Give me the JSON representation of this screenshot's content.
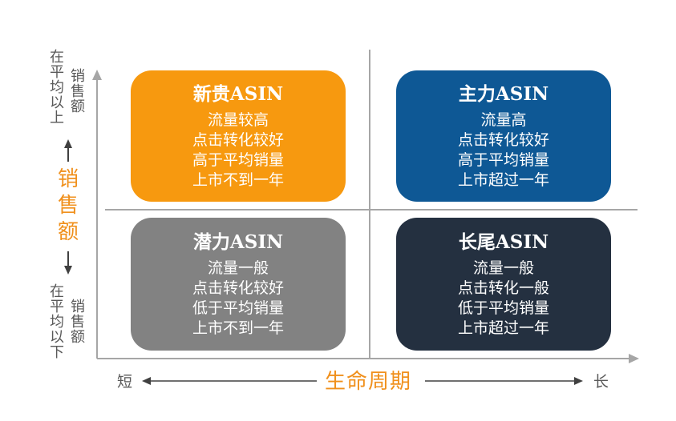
{
  "y_axis": {
    "label": [
      "销",
      "售",
      "额"
    ],
    "top_note_col1": [
      "在",
      "平",
      "均",
      "以",
      "上"
    ],
    "top_note_col2": [
      "销",
      "售",
      "额"
    ],
    "bottom_note_col1": [
      "在",
      "平",
      "均",
      "以",
      "下"
    ],
    "bottom_note_col2": [
      "销",
      "售",
      "额"
    ]
  },
  "x_axis": {
    "label": "生命周期",
    "left_end": "短",
    "right_end": "长"
  },
  "quadrants": {
    "new": {
      "title": "新贵ASIN",
      "lines": [
        "流量较高",
        "点击转化较好",
        "高于平均销量",
        "上市不到一年"
      ],
      "color": "#f7990f"
    },
    "main": {
      "title": "主力ASIN",
      "lines": [
        "流量高",
        "点击转化较好",
        "高于平均销量",
        "上市超过一年"
      ],
      "color": "#0e5895"
    },
    "potential": {
      "title": "潜力ASIN",
      "lines": [
        "流量一般",
        "点击转化较好",
        "低于平均销量",
        "上市不到一年"
      ],
      "color": "#828282"
    },
    "longtail": {
      "title": "长尾ASIN",
      "lines": [
        "流量一般",
        "点击转化一般",
        "低于平均销量",
        "上市超过一年"
      ],
      "color": "#243040"
    }
  },
  "colors": {
    "axis_label": "#f0901c",
    "note_text": "#595959",
    "axis_line": "#a6a6a6"
  }
}
